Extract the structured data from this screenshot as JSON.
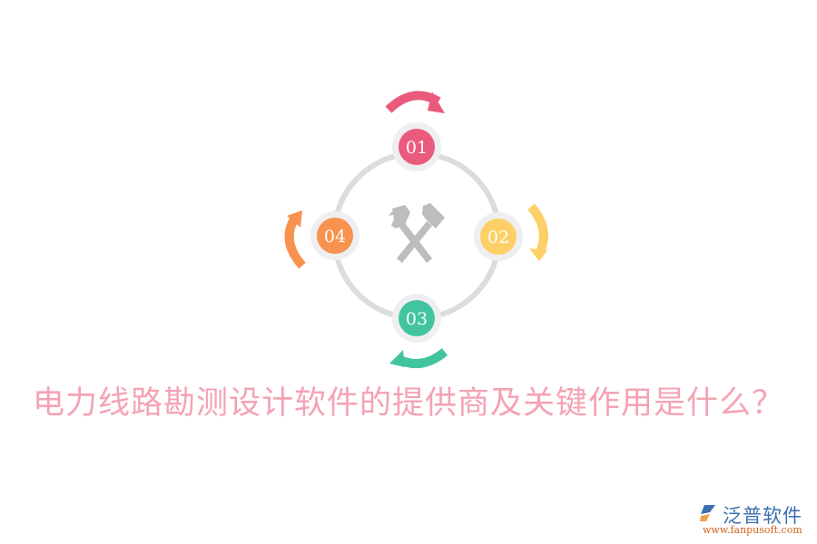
{
  "diagram": {
    "title": "电力线路勘测设计软件的提供商及关键作用是什么？",
    "center_icon": "crossed-hammers-icon",
    "ring_color": "#dcdcdc",
    "nodes": [
      {
        "label": "01",
        "color": "#ea5a7d",
        "position": "top"
      },
      {
        "label": "02",
        "color": "#fdd067",
        "position": "right"
      },
      {
        "label": "03",
        "color": "#43c4a1",
        "position": "bottom"
      },
      {
        "label": "04",
        "color": "#f7924f",
        "position": "left"
      }
    ]
  },
  "logo": {
    "name": "泛普软件",
    "url": "www.fanpusoft.com"
  }
}
